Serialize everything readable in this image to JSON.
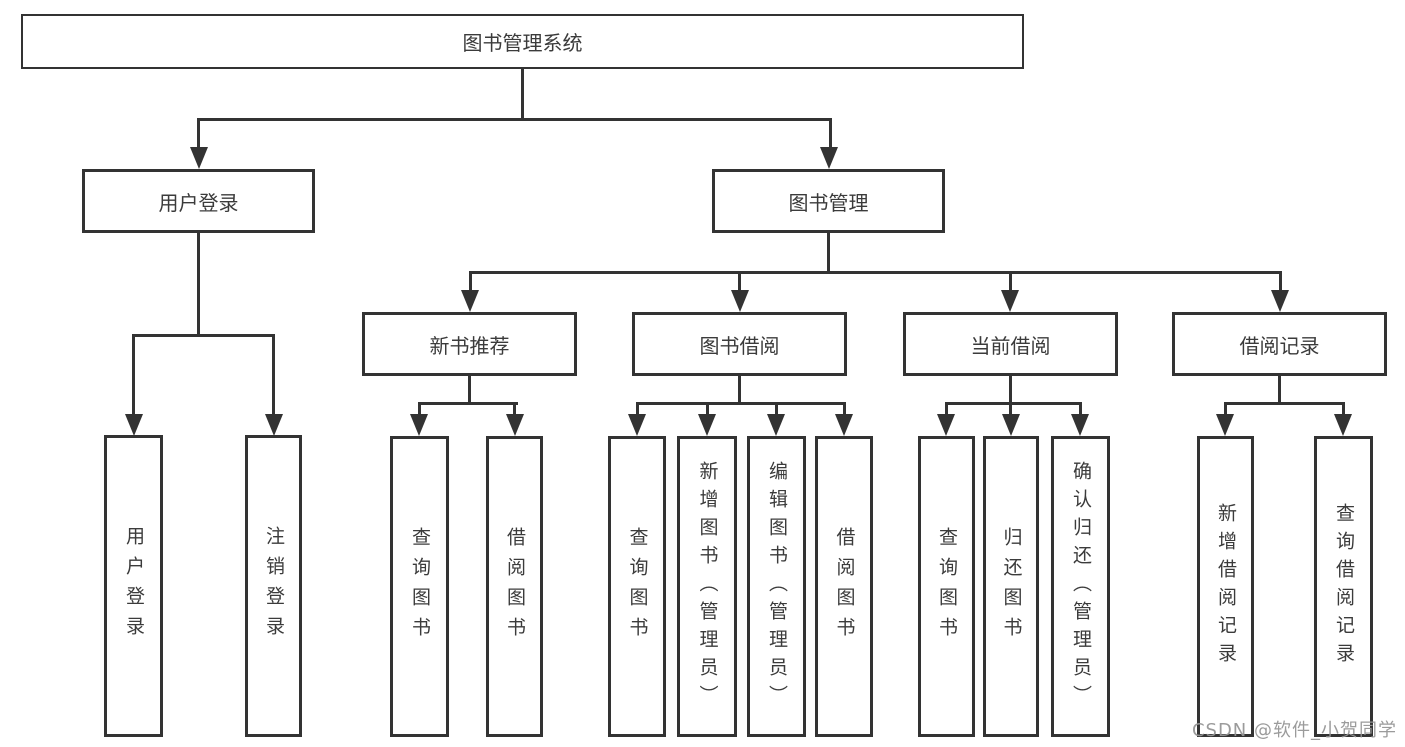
{
  "watermark": "CSDN @软件_小贺同学",
  "colors": {
    "line": "#333333",
    "text": "#3b3b3b",
    "background": "#ffffff",
    "watermark": "#969696"
  },
  "tree": {
    "root": {
      "label": "图书管理系统"
    },
    "branches": [
      {
        "label": "用户登录",
        "children": [
          {
            "label": "用户登录"
          },
          {
            "label": "注销登录"
          }
        ]
      },
      {
        "label": "图书管理",
        "children": [
          {
            "label": "新书推荐",
            "children": [
              {
                "label": "查询图书"
              },
              {
                "label": "借阅图书"
              }
            ]
          },
          {
            "label": "图书借阅",
            "children": [
              {
                "label": "查询图书"
              },
              {
                "label": "新增图书（管理员）"
              },
              {
                "label": "编辑图书（管理员）"
              },
              {
                "label": "借阅图书"
              }
            ]
          },
          {
            "label": "当前借阅",
            "children": [
              {
                "label": "查询图书"
              },
              {
                "label": "归还图书"
              },
              {
                "label": "确认归还（管理员）"
              }
            ]
          },
          {
            "label": "借阅记录",
            "children": [
              {
                "label": "新增借阅记录"
              },
              {
                "label": "查询借阅记录"
              }
            ]
          }
        ]
      }
    ]
  }
}
